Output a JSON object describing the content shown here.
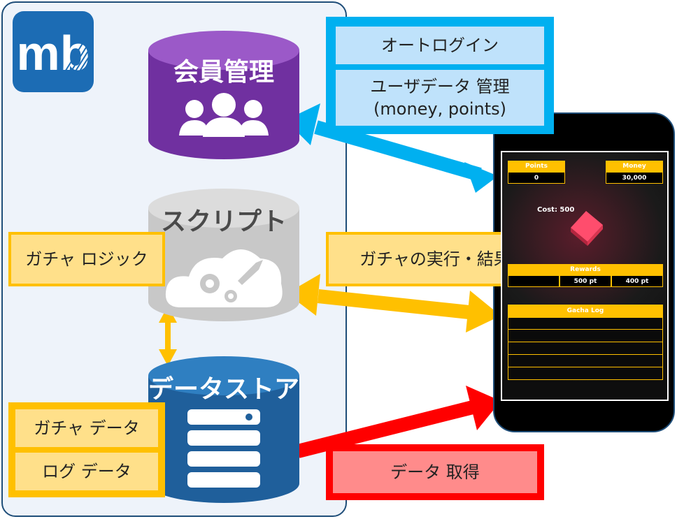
{
  "logo": {
    "text": "mb"
  },
  "cylinders": {
    "member": {
      "label": "会員管理",
      "color": "#7030a0"
    },
    "script": {
      "label": "スクリプト",
      "color": "#bfbfbf"
    },
    "datastore": {
      "label": "データストア",
      "color": "#1f5f9b"
    }
  },
  "boxes": {
    "auto_login": "オートログイン",
    "user_data_line1": "ユーザデータ 管理",
    "user_data_line2": "(money, points)",
    "gacha_logic": "ガチャ ロジック",
    "gacha_exec": "ガチャの実行・結果",
    "gacha_data": "ガチャ データ",
    "log_data": "ログ データ",
    "data_get": "データ 取得"
  },
  "phone": {
    "points_label": "Points",
    "points_value": "0",
    "money_label": "Money",
    "money_value": "30,000",
    "cost": "Cost: 500",
    "rewards_label": "Rewards",
    "rewards": [
      "",
      "500 pt",
      "400 pt"
    ],
    "gacha_log_label": "Gacha Log"
  },
  "colors": {
    "cyan": "#00b0f0",
    "yellow": "#ffc000",
    "red": "#ff0000"
  }
}
